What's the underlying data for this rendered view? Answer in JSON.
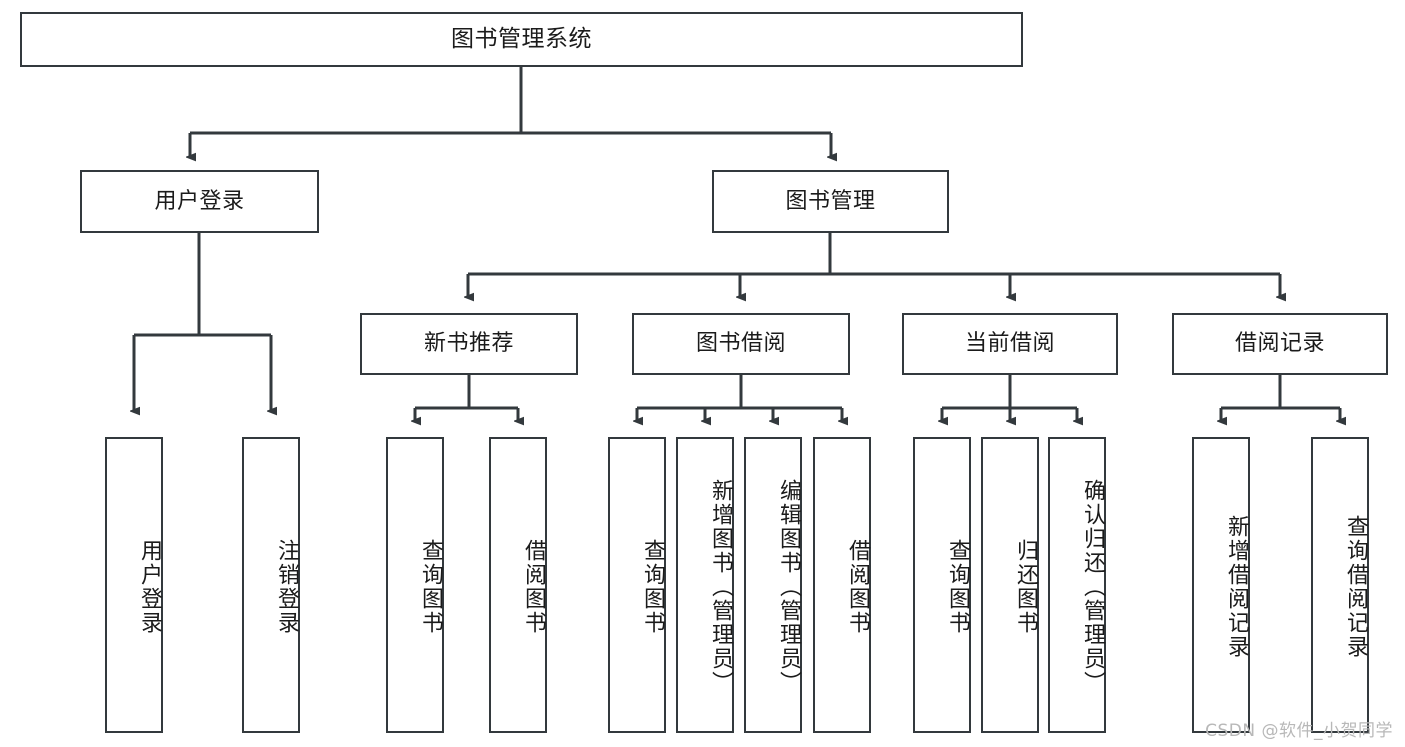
{
  "diagram": {
    "title": "图书管理系统",
    "type": "tree-hierarchy-chart",
    "colors": {
      "border": "#33393d",
      "box_fill": "#ffffff",
      "text": "#1b1b1b",
      "connector": "#33393d",
      "watermark": "#b8b8b8"
    },
    "root": {
      "label": "图书管理系统"
    },
    "level2": [
      {
        "label": "用户登录"
      },
      {
        "label": "图书管理"
      }
    ],
    "level3": [
      {
        "label": "新书推荐"
      },
      {
        "label": "图书借阅"
      },
      {
        "label": "当前借阅"
      },
      {
        "label": "借阅记录"
      }
    ],
    "leaves": {
      "user_login": [
        {
          "label": "用户登录"
        },
        {
          "label": "注销登录"
        }
      ],
      "new_book": [
        {
          "label": "查询图书"
        },
        {
          "label": "借阅图书"
        }
      ],
      "book_borrow": [
        {
          "label": "查询图书"
        },
        {
          "label": "新增图书（管理员）"
        },
        {
          "label": "编辑图书（管理员）"
        },
        {
          "label": "借阅图书"
        }
      ],
      "current_borrow": [
        {
          "label": "查询图书"
        },
        {
          "label": "归还图书"
        },
        {
          "label": "确认归还（管理员）"
        }
      ],
      "borrow_record": [
        {
          "label": "新增借阅记录"
        },
        {
          "label": "查询借阅记录"
        }
      ]
    },
    "watermark": "CSDN @软件_小贺同学"
  }
}
